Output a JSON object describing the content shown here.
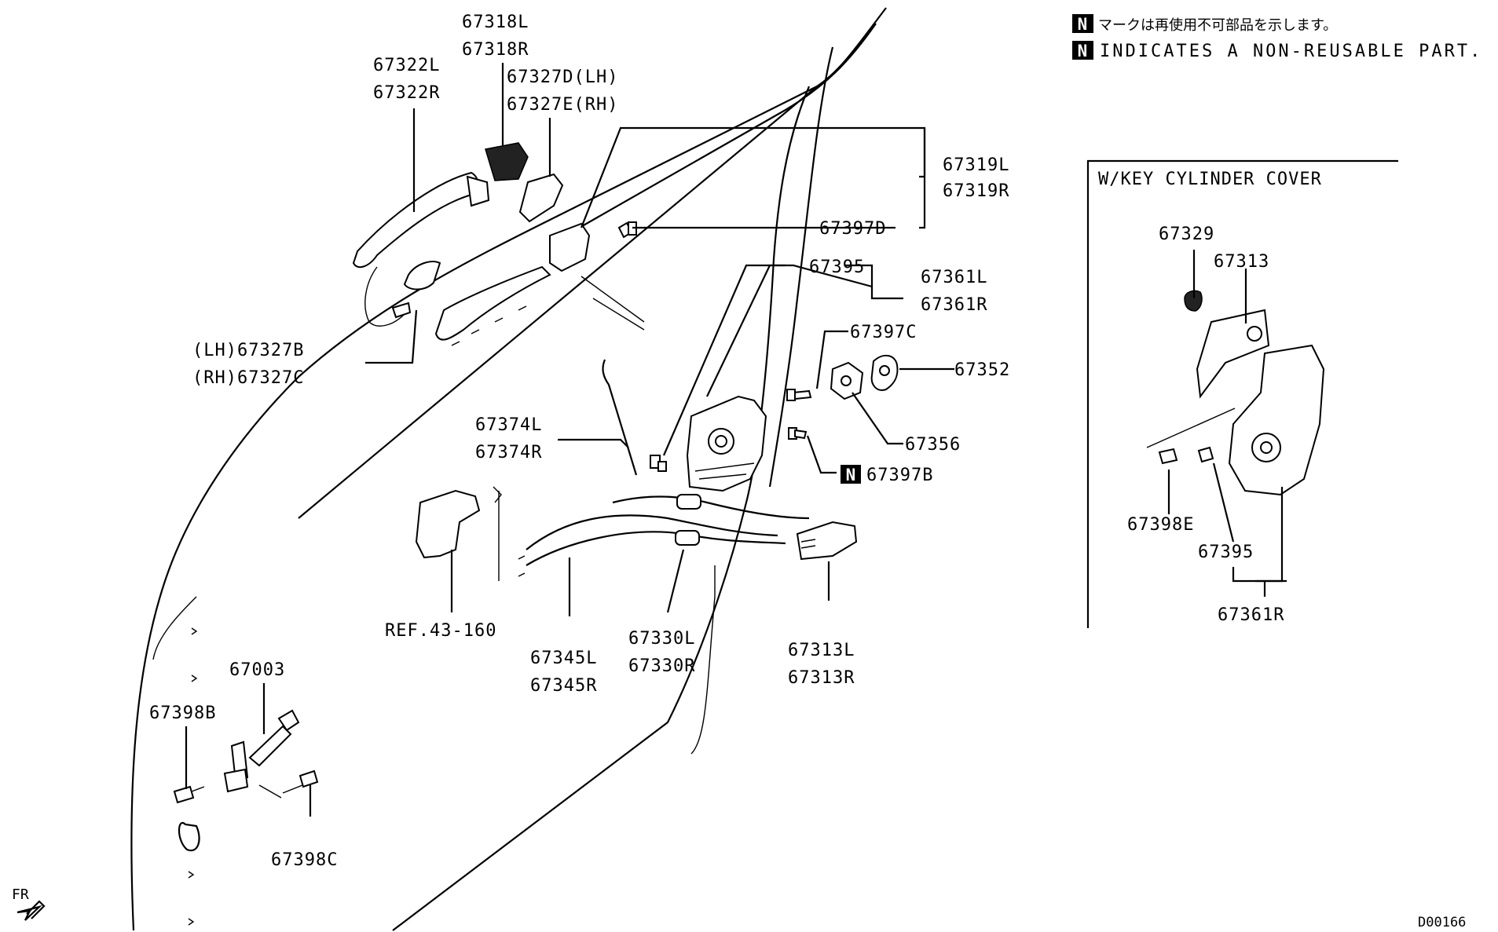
{
  "notice": {
    "badge": "N",
    "jp": "マークは再使用不可部品を示します。",
    "en": "INDICATES A NON-REUSABLE PART."
  },
  "inset": {
    "title": "W/KEY CYLINDER COVER"
  },
  "labels": {
    "p67318L": "67318L",
    "p67318R": "67318R",
    "p67322L": "67322L",
    "p67322R": "67322R",
    "p67327D": "67327D(LH)",
    "p67327E": "67327E(RH)",
    "p67319L": "67319L",
    "p67319R": "67319R",
    "p67397D": "67397D",
    "p67395": "67395",
    "p67361L": "67361L",
    "p67361R": "67361R",
    "p67397C": "67397C",
    "p67352": "67352",
    "p67327B": "(LH)67327B",
    "p67327C": "(RH)67327C",
    "p67356": "67356",
    "p67397B": "67397B",
    "p67374L": "67374L",
    "p67374R": "67374R",
    "ref43160": "REF.43-160",
    "p67330L": "67330L",
    "p67330R": "67330R",
    "p67345L": "67345L",
    "p67345R": "67345R",
    "p67313L": "67313L",
    "p67313R": "67313R",
    "p67003": "67003",
    "p67398B": "67398B",
    "p67398C": "67398C",
    "inset67329": "67329",
    "inset67313": "67313",
    "inset67398E": "67398E",
    "inset67395": "67395",
    "inset67361R": "67361R"
  },
  "direction": "FR",
  "diagram_code": "D00166"
}
